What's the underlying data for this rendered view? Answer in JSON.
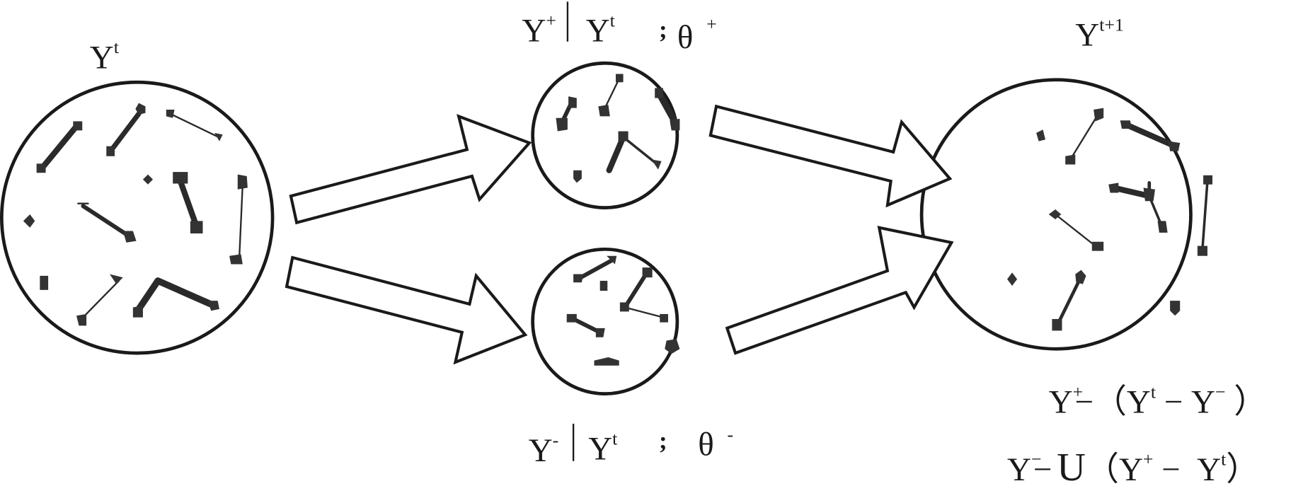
{
  "labels": {
    "yt": {
      "base": "Y",
      "sup": "t"
    },
    "yt1": {
      "base": "Y",
      "sup": "t+1"
    },
    "top_cond": {
      "base": "Y",
      "sup": "+",
      "bar": "|",
      "given": "Y",
      "given_sup": "t",
      "sep": ";",
      "theta": "θ",
      "theta_sup": "+"
    },
    "bottom_cond": {
      "base": "Y",
      "sup": "-",
      "bar": "|",
      "given": "Y",
      "given_sup": "t",
      "sep": ";",
      "theta": "θ",
      "theta_sup": "-"
    },
    "formula1": {
      "a": "Y",
      "a_sup": "+",
      "op": "−",
      "open": "（",
      "b": "Y",
      "b_sup": "t",
      "minus": "−",
      "c": "Y",
      "c_sup": "−",
      "close": "）"
    },
    "formula2": {
      "a": "Y",
      "a_sup": "−",
      "op": "−",
      "u": "U",
      "open": "（",
      "b": "Y",
      "b_sup": "+",
      "minus": "−",
      "c": "Y",
      "c_sup": "t",
      "close": "）"
    }
  },
  "colors": {
    "stroke": "#1a1a1a",
    "node": "#333333",
    "background": "#ffffff"
  }
}
